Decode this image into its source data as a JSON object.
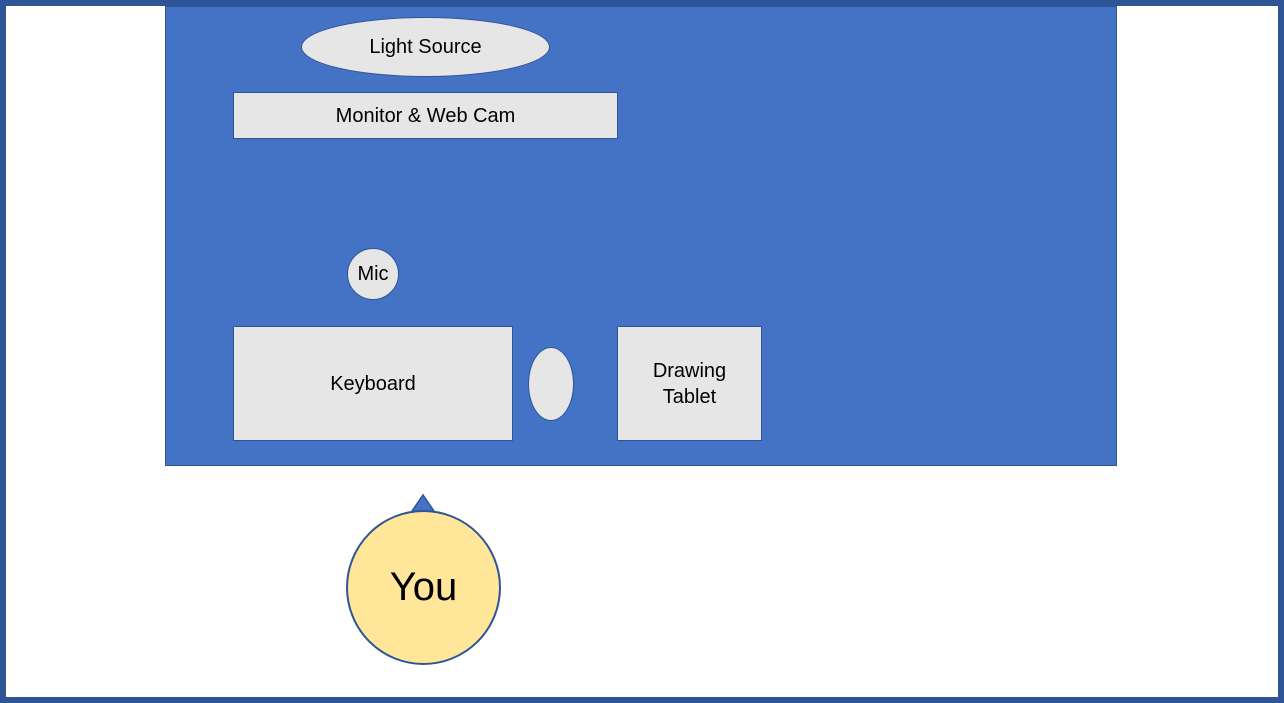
{
  "diagram": {
    "light_source": "Light Source",
    "monitor": "Monitor & Web Cam",
    "mic": "Mic",
    "keyboard": "Keyboard",
    "mouse": "",
    "drawing_tablet": "Drawing\nTablet",
    "you": "You"
  },
  "colors": {
    "desk": "#4472c4",
    "border": "#2f5597",
    "device_fill": "#e7e6e6",
    "person_fill": "#ffe699"
  }
}
